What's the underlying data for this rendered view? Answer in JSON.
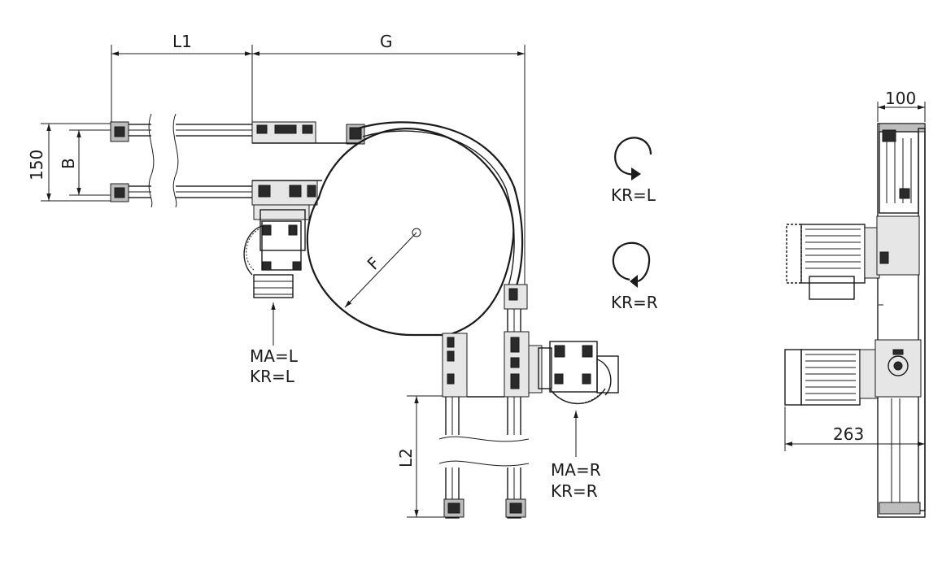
{
  "dimensions": {
    "l1": "L1",
    "g": "G",
    "h150": "150",
    "b": "B",
    "f": "F",
    "l2": "L2",
    "w100": "100",
    "w263": "263"
  },
  "labels": {
    "kr_l_top": "KR=L",
    "kr_r_top": "KR=R",
    "ma_l": "MA=L",
    "kr_l_bottom": "KR=L",
    "ma_r": "MA=R",
    "kr_r_bottom": "KR=R"
  },
  "colors": {
    "line": "#1a1a1a",
    "fill_dark": "#2a2a2a",
    "fill_gray": "#bdbdbd",
    "background": "#ffffff"
  }
}
